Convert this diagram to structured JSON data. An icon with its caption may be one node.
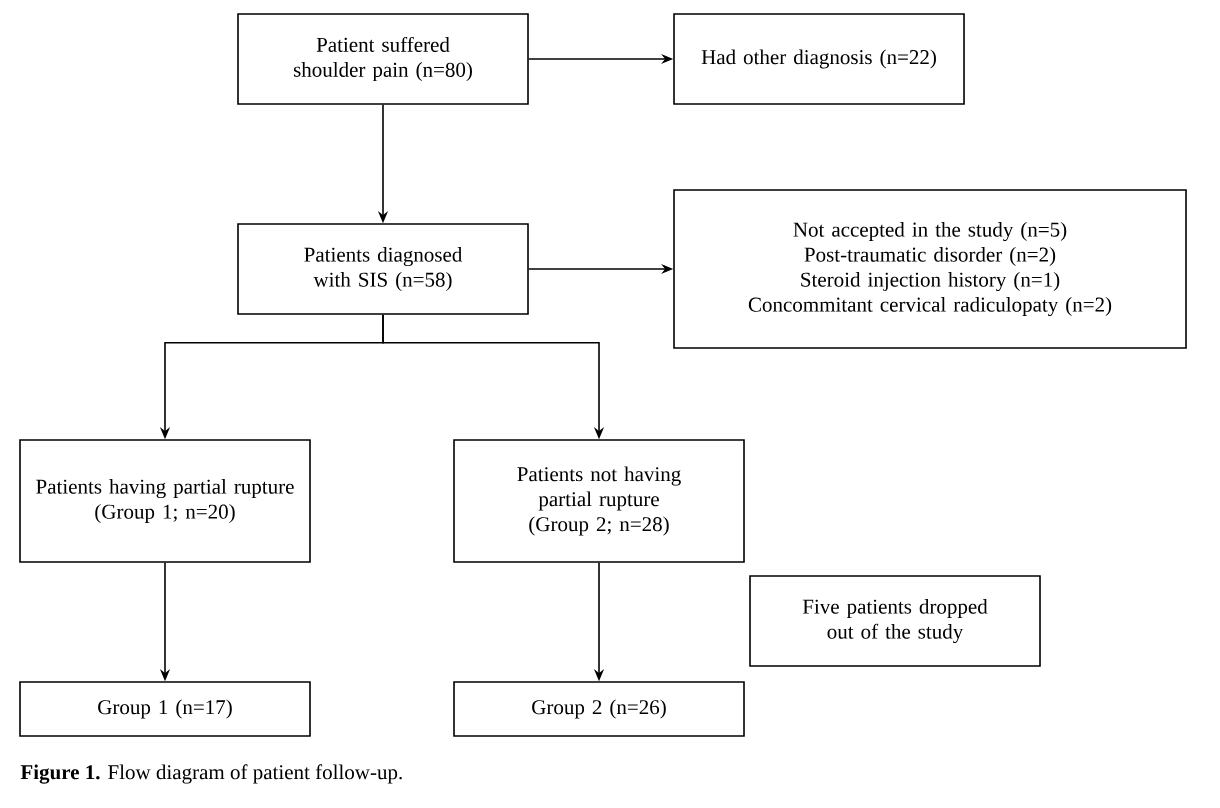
{
  "diagram": {
    "caption": "**Figure 1.** Flow diagram of patient follow-up.",
    "nodes": [
      {
        "text": [
          "Patient suffered shoulder pain (n=80)"
        ]
      },
      {
        "text": [
          "Had other diagnosis (n=22)"
        ]
      },
      {
        "text": [
          "Patients diagnosed with SIS (n=58)"
        ]
      },
      {
        "text": [
          "Not accepted in the study (n=5)",
          "Post-traumatic disorder (n=2)",
          "Steroid injection history (n=1)",
          "Concommitant cervical radiculopaty (n=2)"
        ]
      },
      {
        "text": [
          "Patients having partial rupture",
          "(Group 1; n=20)"
        ]
      },
      {
        "text": [
          "Patients not having partial rupture",
          "(Group 2; n=28)"
        ]
      },
      {
        "text": [
          "Five patients dropped out of the study"
        ]
      },
      {
        "text": [
          "Group 1 (n=17)"
        ]
      },
      {
        "text": [
          "Group 2 (n=26)"
        ]
      }
    ],
    "edges": [
      {
        "from": 0,
        "to": 1,
        "arrow": "to"
      },
      {
        "from": 0,
        "to": 2,
        "arrow": "to"
      },
      {
        "from": 2,
        "to": 3,
        "arrow": "to"
      },
      {
        "from": 2,
        "to": 4,
        "arrow": "to"
      },
      {
        "from": 2,
        "to": 5,
        "arrow": "to"
      },
      {
        "from": 4,
        "to": 7,
        "arrow": "to"
      },
      {
        "from": 5,
        "to": 8,
        "arrow": "to"
      }
    ]
  }
}
